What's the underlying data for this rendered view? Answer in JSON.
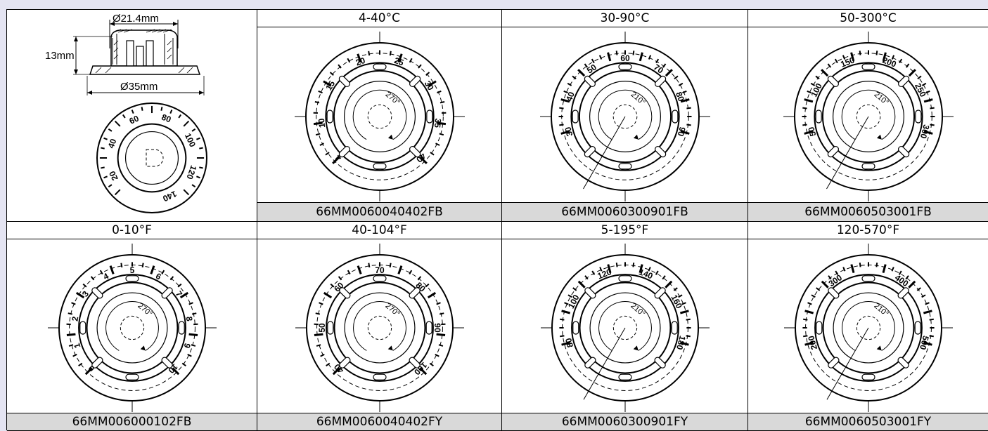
{
  "drawing": {
    "top_diameter": "Ø21.4mm",
    "height": "13mm",
    "base_diameter": "Ø35mm",
    "top_view_labels": [
      "140",
      "120",
      "100",
      "80",
      "60",
      "40",
      "20"
    ]
  },
  "rows": [
    {
      "dials": [
        {
          "range": "4-40°C",
          "code": "66MM0060040402FB",
          "angle": "270°",
          "labels": [
            "4",
            "10",
            "15",
            "20",
            "25",
            "30",
            "35",
            "40"
          ]
        },
        {
          "range": "30-90°C",
          "code": "66MM0060300901FB",
          "angle": "210°",
          "labels": [
            "30",
            "40",
            "50",
            "60",
            "70",
            "80",
            "90"
          ]
        },
        {
          "range": "50-300°C",
          "code": "66MM0060503001FB",
          "angle": "210°",
          "labels": [
            "50",
            "100",
            "150",
            "200",
            "250",
            "300"
          ]
        }
      ]
    },
    {
      "dials": [
        {
          "range": "0-10°F",
          "code": "66MM006000102FB",
          "angle": "270°",
          "labels": [
            "0",
            "1",
            "2",
            "3",
            "4",
            "5",
            "6",
            "7",
            "8",
            "9",
            "10"
          ]
        },
        {
          "range": "40-104°F",
          "code": "66MM0060040402FY",
          "angle": "270°",
          "labels": [
            "40",
            "50",
            "60",
            "70",
            "80",
            "90",
            "100"
          ]
        },
        {
          "range": "5-195°F",
          "code": "66MM0060300901FY",
          "angle": "210°",
          "labels": [
            "80",
            "100",
            "120",
            "140",
            "160",
            "180"
          ]
        },
        {
          "range": "120-570°F",
          "code": "66MM0060503001FY",
          "angle": "210°",
          "labels": [
            "200",
            "300",
            "400",
            "500"
          ]
        }
      ]
    }
  ]
}
